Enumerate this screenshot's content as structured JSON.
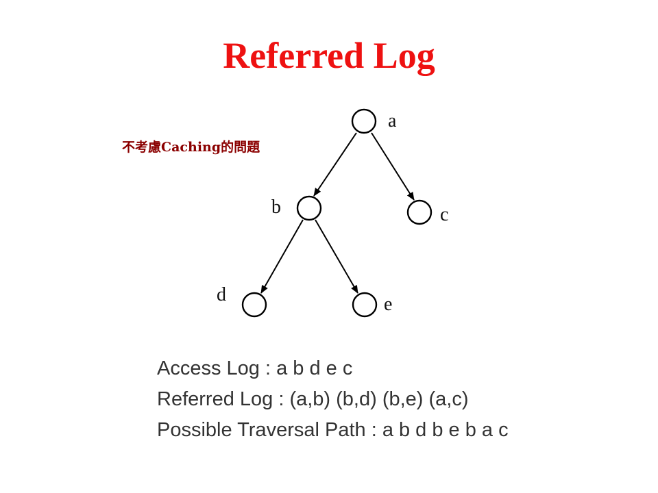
{
  "title": "Referred Log",
  "note": "不考慮Caching的問題",
  "tree": {
    "nodes": [
      {
        "id": "a",
        "label": "a"
      },
      {
        "id": "b",
        "label": "b"
      },
      {
        "id": "c",
        "label": "c"
      },
      {
        "id": "d",
        "label": "d"
      },
      {
        "id": "e",
        "label": "e"
      }
    ],
    "edges": [
      {
        "from": "a",
        "to": "b"
      },
      {
        "from": "a",
        "to": "c"
      },
      {
        "from": "b",
        "to": "d"
      },
      {
        "from": "b",
        "to": "e"
      }
    ]
  },
  "logs": {
    "access": "Access Log : a b d e c",
    "referred": "Referred Log : (a,b) (b,d) (b,e) (a,c)",
    "traversal": "Possible Traversal Path : a b d b e b a c"
  }
}
